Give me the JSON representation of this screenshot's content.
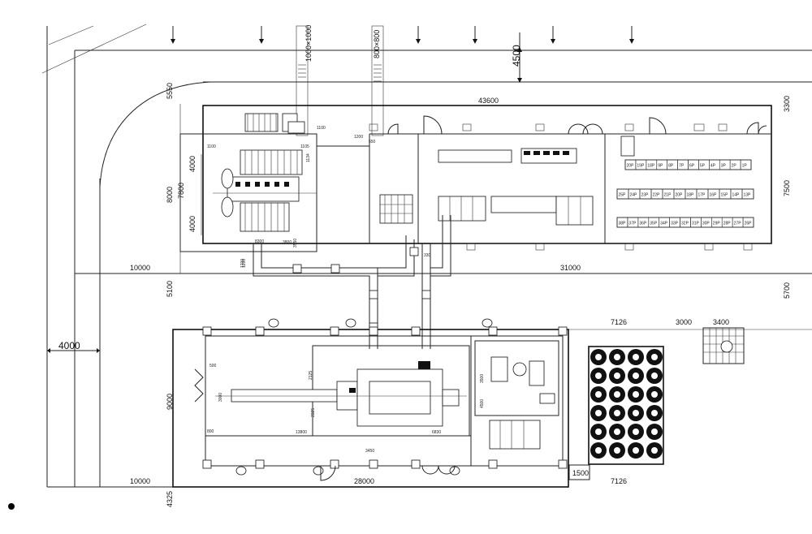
{
  "drawing": {
    "dims": {
      "top_4500": "4500",
      "pipe_1000": "1000×1000",
      "pipe_800": "800×800",
      "left_5550": "5550",
      "left_8000": "8000",
      "left_7800": "7800",
      "left_4000a": "4000",
      "left_4000b": "4000",
      "left_5100": "5100",
      "left_9000": "9000",
      "left_4325": "4325",
      "road_4000": "4000",
      "w_10000_top": "10000",
      "w_10000_bot": "10000",
      "w_43600": "43600",
      "w_31000": "31000",
      "w_28000": "28000",
      "w_7126a": "7126",
      "w_7126b": "7126",
      "w_3000": "3000",
      "w_3400": "3400",
      "w_1500": "1500",
      "r_3300": "3300",
      "r_7500": "7500",
      "r_5700": "5700",
      "d_1100a": "1100",
      "d_1100b": "1100",
      "d_1200": "1200",
      "d_650": "650",
      "d_1105": "1105",
      "d_1134": "1134",
      "d_8300": "8300",
      "d_3800": "3800",
      "d_1700": "1700",
      "d_3550": "3550",
      "d_330": "330",
      "d_500": "500",
      "d_3000": "3000",
      "d_13800": "13800",
      "d_2325": "2325",
      "d_6830": "6830",
      "d_3450": "3450",
      "d_3500": "3500",
      "d_4500b": "4500",
      "d_1200b": "1200",
      "d_2125": "2125",
      "d_800": "800"
    },
    "cabinet_rows": {
      "row1": [
        "20P",
        "19P",
        "18P",
        "9P",
        "8P",
        "7P",
        "6P",
        "5P",
        "4P",
        "3P",
        "2P",
        "1P"
      ],
      "row2": [
        "25P",
        "24P",
        "23P",
        "22P",
        "21P",
        "20P",
        "18P",
        "17P",
        "16P",
        "15P",
        "14P",
        "13P"
      ],
      "row3": [
        "38P",
        "37P",
        "36P",
        "35P",
        "34P",
        "33P",
        "32P",
        "31P",
        "30P",
        "29P",
        "28P",
        "27P",
        "26P"
      ]
    }
  }
}
